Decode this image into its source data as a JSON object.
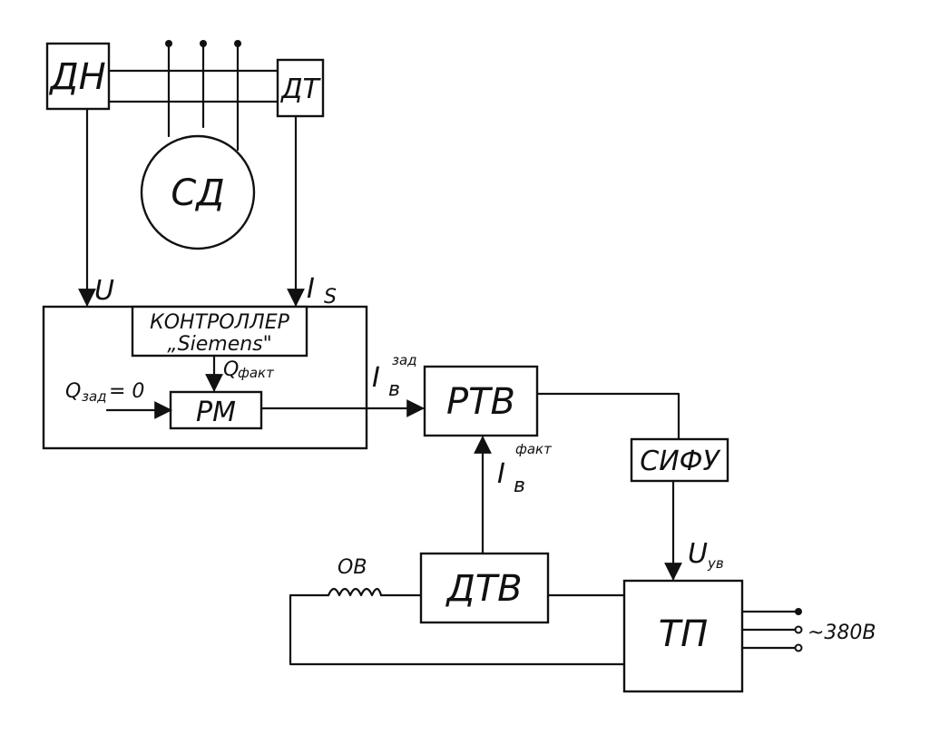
{
  "diagram": {
    "blocks": {
      "dn": "ДН",
      "dt": "ДТ",
      "sd": "СД",
      "controller_line1": "КОНТРОЛЛЕР",
      "controller_line2": "„Siemens\"",
      "pm": "РМ",
      "rtv": "РТВ",
      "sifu": "СИФУ",
      "dtv": "ДТВ",
      "tp": "ТП"
    },
    "labels": {
      "u": "U",
      "i_s_main": "I",
      "i_s_sub": "S",
      "q_fact_main": "Q",
      "q_fact_sub": "факт",
      "q_zad_main": "Q",
      "q_zad_sub": "зад",
      "q_zad_value": "= 0",
      "ib_zad_main": "I",
      "ib_zad_sub": "в",
      "ib_zad_sup": "зад",
      "ib_fact_main": "I",
      "ib_fact_sub": "в",
      "ib_fact_sup": "факт",
      "u_uv_main": "U",
      "u_uv_sub": "ув",
      "ov": "ОВ",
      "supply": "~380В"
    }
  }
}
